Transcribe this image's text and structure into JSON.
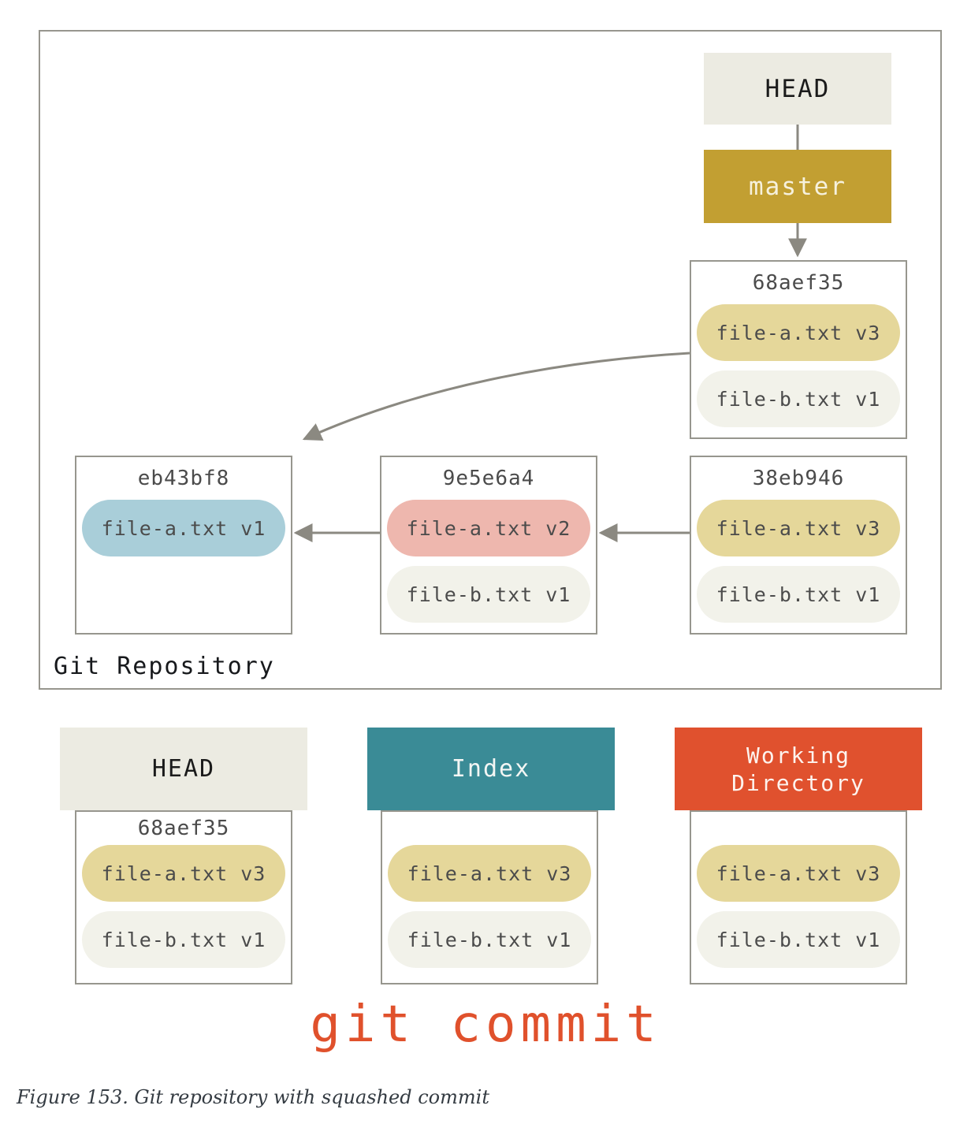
{
  "repo": {
    "label": "Git Repository",
    "head_ref": "HEAD",
    "branch": "master",
    "commits": [
      {
        "id": "68aef35",
        "files": [
          "file-a.txt v3",
          "file-b.txt v1"
        ]
      },
      {
        "id": "eb43bf8",
        "files": [
          "file-a.txt v1"
        ]
      },
      {
        "id": "9e5e6a4",
        "files": [
          "file-a.txt v2",
          "file-b.txt v1"
        ]
      },
      {
        "id": "38eb946",
        "files": [
          "file-a.txt v3",
          "file-b.txt v1"
        ]
      }
    ]
  },
  "areas": [
    {
      "title": "HEAD",
      "commit_id": "68aef35",
      "files": [
        "file-a.txt v3",
        "file-b.txt v1"
      ]
    },
    {
      "title": "Index",
      "files": [
        "file-a.txt v3",
        "file-b.txt v1"
      ]
    },
    {
      "title": "Working\nDirectory",
      "files": [
        "file-a.txt v3",
        "file-b.txt v1"
      ]
    }
  ],
  "command": "git commit",
  "caption": "Figure 153. Git repository with squashed commit",
  "colors": {
    "branch_gold": "#c29f32",
    "file_gold": "#e5d79a",
    "file_blue": "#a9ced9",
    "file_pink": "#eeb7ae",
    "file_plain": "#f2f2ea",
    "head_beige": "#ecebe2",
    "index_teal": "#3a8b96",
    "working_orange": "#e0512e",
    "box_border": "#97968e",
    "arrow_gray": "#8b8981",
    "command_red": "#e0512c"
  }
}
